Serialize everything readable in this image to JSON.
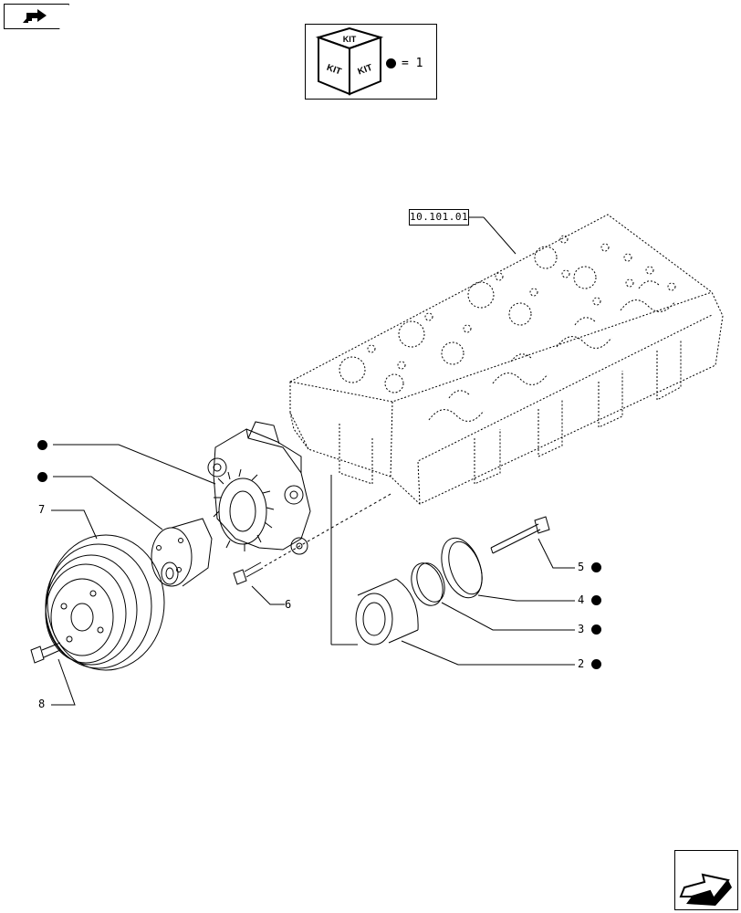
{
  "navigation": {
    "prev_icon": "arrow-back-icon",
    "next_icon": "arrow-forward-icon"
  },
  "legend": {
    "kit_label": "KIT",
    "dot_icon": "filled-dot-icon",
    "equals_text": "= 1"
  },
  "reference": {
    "label": "10.101.01"
  },
  "callouts": [
    {
      "number": "",
      "has_dot": true
    },
    {
      "number": "",
      "has_dot": true
    },
    {
      "number": "7",
      "has_dot": false
    },
    {
      "number": "6",
      "has_dot": false
    },
    {
      "number": "5",
      "has_dot": true
    },
    {
      "number": "4",
      "has_dot": true
    },
    {
      "number": "3",
      "has_dot": true
    },
    {
      "number": "2",
      "has_dot": true
    },
    {
      "number": "8",
      "has_dot": false
    }
  ],
  "colors": {
    "line": "#000000",
    "background": "#ffffff",
    "dot": "#000000"
  }
}
